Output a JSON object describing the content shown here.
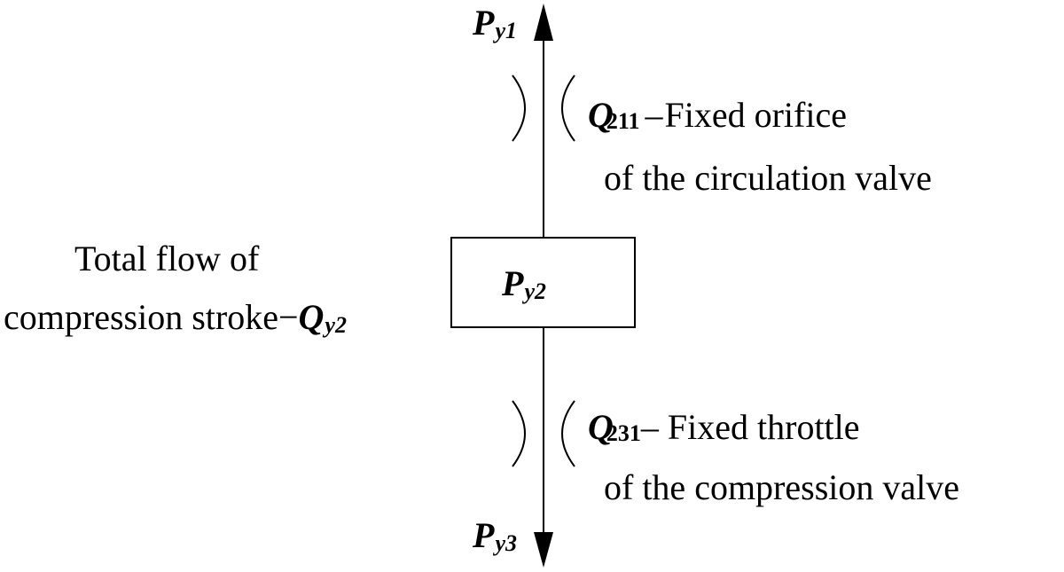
{
  "labels": {
    "top_pressure": {
      "symbol": "P",
      "subscript": "y1"
    },
    "orifice": {
      "symbol": "Q",
      "subscript": "211",
      "dash": "–",
      "line1": "Fixed orifice",
      "line2": "of the circulation valve"
    },
    "chamber_pressure": {
      "symbol": "P",
      "subscript": "y2"
    },
    "total_flow": {
      "line1": "Total flow of",
      "line2": "compression stroke",
      "dash": "−",
      "symbol": "Q",
      "subscript": "y2"
    },
    "throttle": {
      "symbol": "Q",
      "subscript": "231",
      "dash": "–",
      "line1": " Fixed throttle",
      "line2": "of the compression valve"
    },
    "bottom_pressure": {
      "symbol": "P",
      "subscript": "y3"
    }
  },
  "colors": {
    "stroke": "#000000",
    "background": "#ffffff"
  }
}
